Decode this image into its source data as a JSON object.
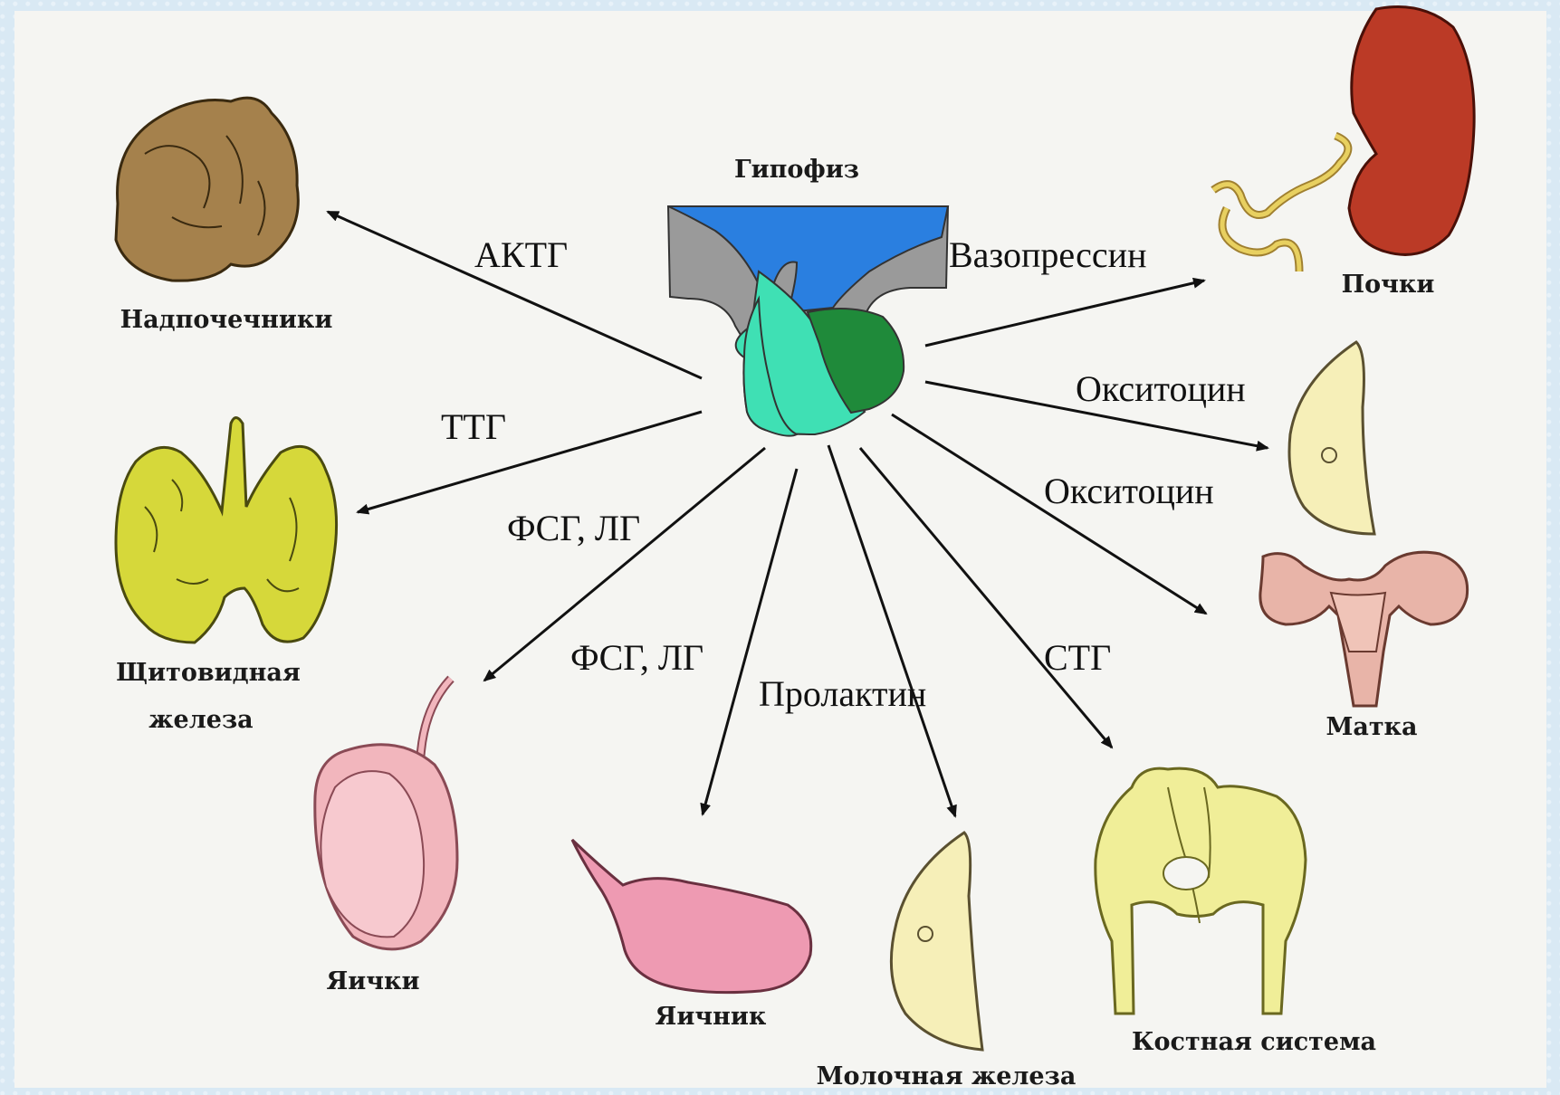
{
  "center": {
    "label": "Гипофиз"
  },
  "organs": {
    "adrenal": "Надпочечники",
    "thyroid_line1": "Щитовидная",
    "thyroid_line2": "железа",
    "testes": "Яички",
    "ovary": "Яичник",
    "mammary": "Молочная железа",
    "skeleton": "Костная система",
    "uterus": "Матка",
    "kidneys": "Почки"
  },
  "hormones": {
    "actg": "АКТГ",
    "ttg": "ТТГ",
    "fsg_lg_1": "ФСГ, ЛГ",
    "fsg_lg_2": "ФСГ, ЛГ",
    "prolactin": "Пролактин",
    "stg": "СТГ",
    "vasopressin": "Вазопрессин",
    "oxytocin_1": "Окситоцин",
    "oxytocin_2": "Окситоцин"
  },
  "colors": {
    "adrenal": "#a5814c",
    "thyroid": "#d6d83a",
    "testes": "#f2b6bd",
    "ovary": "#ee9ab2",
    "breast": "#f6efb8",
    "skeleton": "#f0ee98",
    "uterus": "#e8b4a8",
    "kidney": "#bb3a26",
    "pituitary_blue": "#2a7fe0",
    "pituitary_gray": "#9a9a9a",
    "pituitary_light": "#3fe0b4",
    "pituitary_dark": "#1f8a3a"
  }
}
